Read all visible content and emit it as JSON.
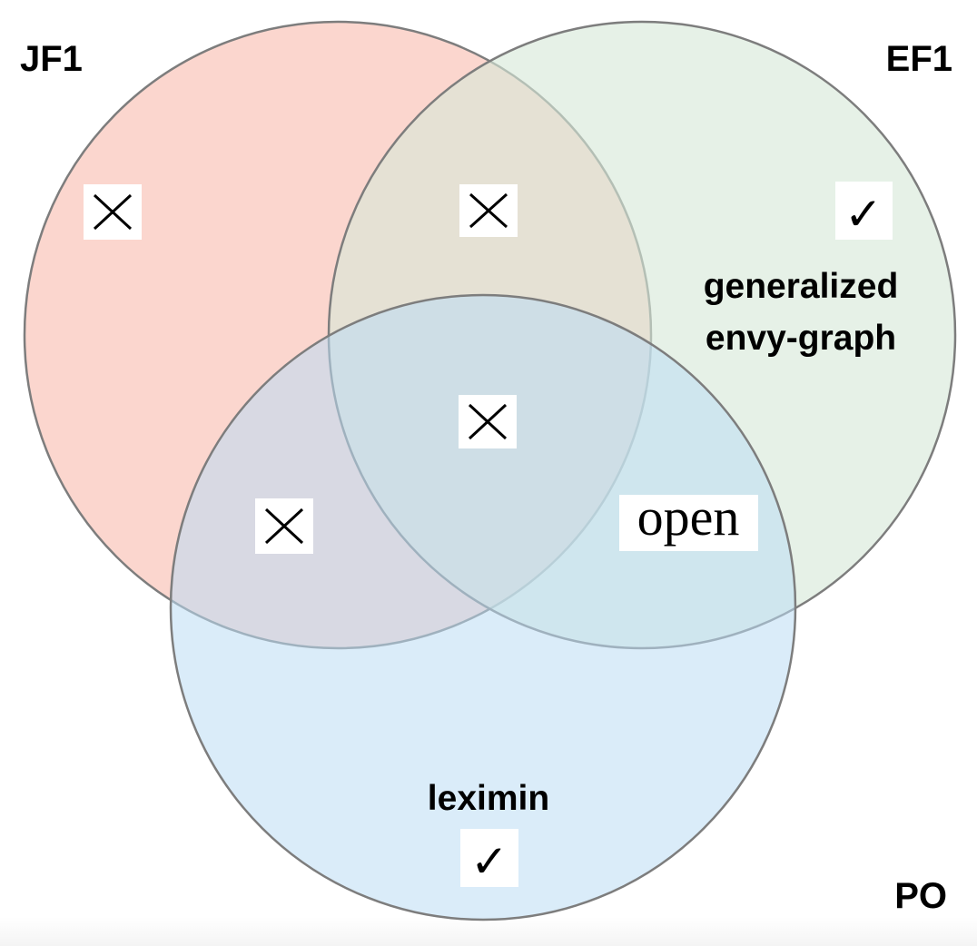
{
  "sets": {
    "jf1": {
      "label": "JF1",
      "fill": "#f9bdb0",
      "stroke": "#7d7d7d"
    },
    "ef1": {
      "label": "EF1",
      "fill": "#d7e9d8",
      "stroke": "#7d7d7d"
    },
    "po": {
      "label": "PO",
      "fill": "#bcdcf4",
      "stroke": "#7d7d7d"
    }
  },
  "regions": {
    "jf1_only": {
      "mark": "cross"
    },
    "jf1_ef1": {
      "mark": "cross"
    },
    "ef1_only": {
      "mark": "check",
      "algorithm": [
        "generalized",
        "envy-graph"
      ]
    },
    "all_three": {
      "mark": "cross"
    },
    "jf1_po": {
      "mark": "cross"
    },
    "ef1_po": {
      "mark": "open",
      "text": "open"
    },
    "po_only": {
      "mark": "check",
      "algorithm": "leximin"
    }
  },
  "glyphs": {
    "check": "✓"
  }
}
